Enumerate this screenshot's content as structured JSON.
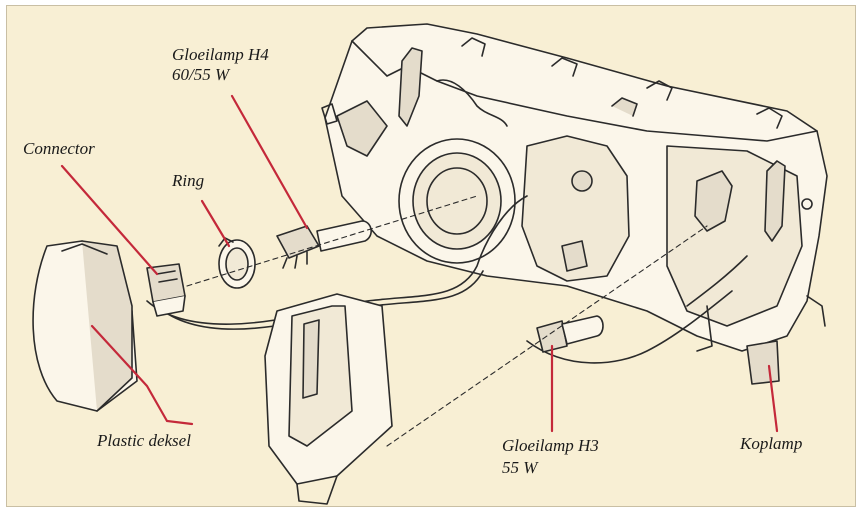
{
  "colors": {
    "background": "#f8efd4",
    "leader_line": "#c4293a",
    "drawing_line": "#2b2b2b",
    "part_fill": "#fbf6ea",
    "part_shade": "#e4dccb"
  },
  "labels": {
    "gloeilamp_h4_line1": "Gloeilamp H4",
    "gloeilamp_h4_line2": "60/55 W",
    "connector": "Connector",
    "ring": "Ring",
    "plastic_deksel": "Plastic deksel",
    "gloeilamp_h3_line1": "Gloeilamp H3",
    "gloeilamp_h3_line2": "55 W",
    "koplamp": "Koplamp"
  }
}
